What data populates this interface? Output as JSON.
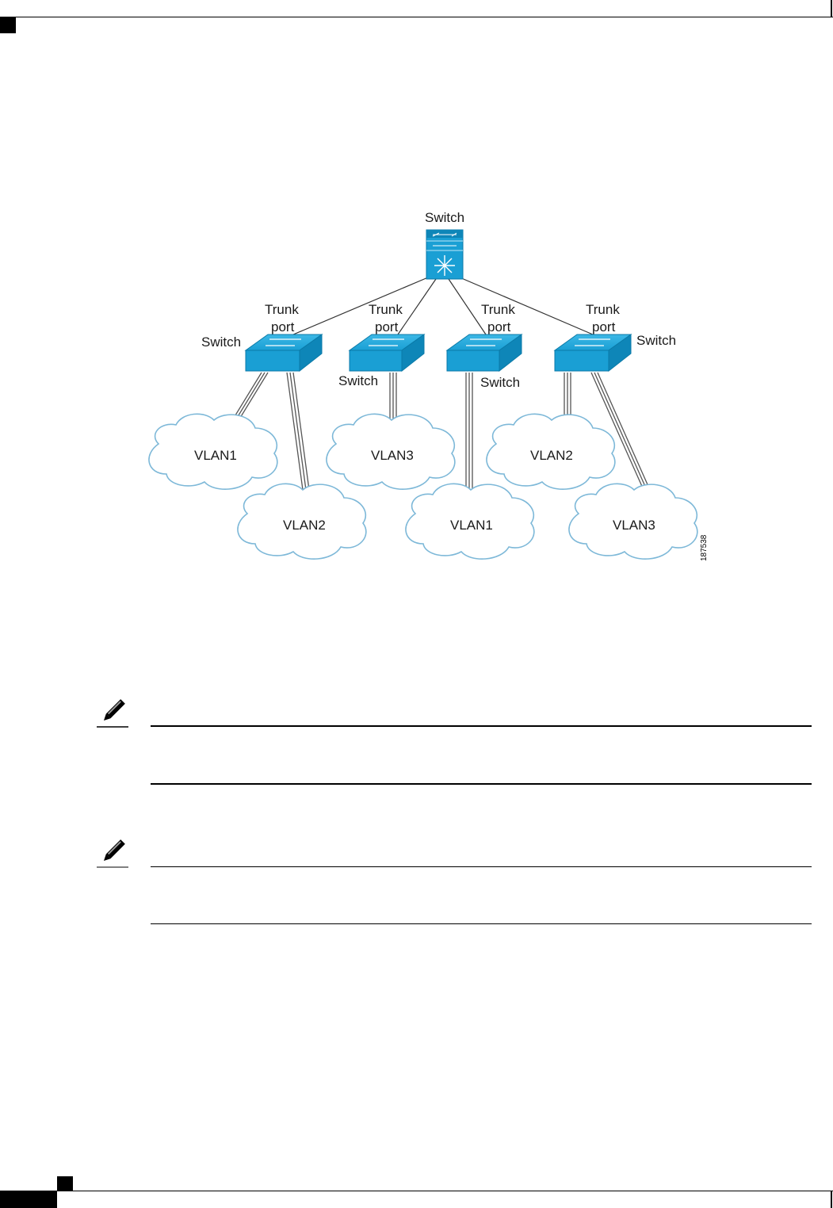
{
  "diagram": {
    "core_switch_label": "Switch",
    "switches": [
      {
        "label": "Switch",
        "trunk_line1": "Trunk",
        "trunk_line2": "port"
      },
      {
        "label": "Switch",
        "trunk_line1": "Trunk",
        "trunk_line2": "port"
      },
      {
        "label": "Switch",
        "trunk_line1": "Trunk",
        "trunk_line2": "port"
      },
      {
        "label": "Switch",
        "trunk_line1": "Trunk",
        "trunk_line2": "port"
      }
    ],
    "clouds": [
      "VLAN1",
      "VLAN2",
      "VLAN3",
      "VLAN1",
      "VLAN2",
      "VLAN3"
    ],
    "figure_id": "187538"
  },
  "colors": {
    "switch_blue": "#1a9fd4",
    "switch_dark": "#0b7aa8",
    "cloud_outline": "#7db8d8"
  },
  "icons": [
    "note-pencil-icon",
    "note-pencil-icon",
    "network-switch-icon",
    "core-switch-icon"
  ]
}
